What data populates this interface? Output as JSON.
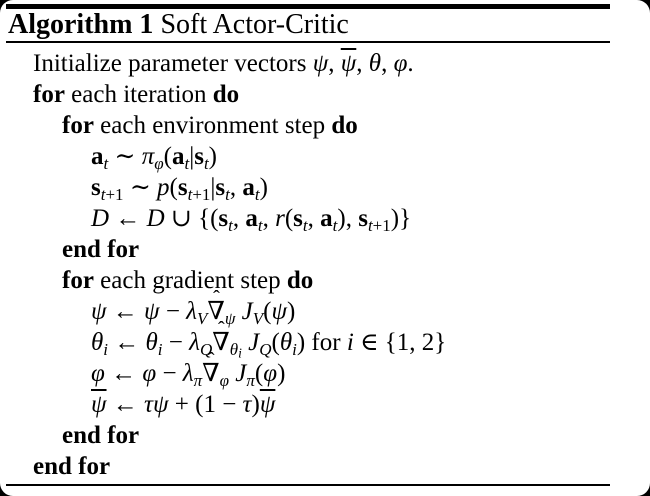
{
  "page": {
    "background": "#ffffff",
    "outer_background": "#000000",
    "text_color": "#000000",
    "rule_color": "#000000"
  },
  "algorithm": {
    "label": "Algorithm 1",
    "title": "Soft Actor-Critic",
    "lines": [
      {
        "indent": 0,
        "text": "Initialize parameter vectors ψ, ψ̄, θ, φ.",
        "html": "Initialize parameter vectors <i>ψ</i>, <i class='bar'>ψ</i>, <i>θ</i>, <i>φ</i>."
      },
      {
        "indent": 0,
        "text": "for each iteration do",
        "html": "<b>for</b> each iteration <b>do</b>"
      },
      {
        "indent": 1,
        "text": "for each environment step do",
        "html": "<b>for</b> each environment step <b>do</b>"
      },
      {
        "indent": 2,
        "text": "a_t ∼ π_φ(a_t|s_t)",
        "html": "<b>a</b><sub><i>t</i></sub> ∼ <i>π</i><sub><i>φ</i></sub>(<b>a</b><sub><i>t</i></sub>|<b>s</b><sub><i>t</i></sub>)"
      },
      {
        "indent": 2,
        "text": "s_{t+1} ∼ p(s_{t+1}|s_t, a_t)",
        "html": "<b>s</b><sub><i>t</i>+1</sub> ∼ <i>p</i>(<b>s</b><sub><i>t</i>+1</sub>|<b>s</b><sub><i>t</i></sub>, <b>a</b><sub><i>t</i></sub>)"
      },
      {
        "indent": 2,
        "text": "D ← D ∪ {(s_t, a_t, r(s_t, a_t), s_{t+1})}",
        "html": "<i class='cal'>D</i> ← <i class='cal'>D</i> ∪ {(<b>s</b><sub><i>t</i></sub>, <b>a</b><sub><i>t</i></sub>, <i>r</i>(<b>s</b><sub><i>t</i></sub>, <b>a</b><sub><i>t</i></sub>), <b>s</b><sub><i>t</i>+1</sub>)}"
      },
      {
        "indent": 1,
        "text": "end for",
        "html": "<b>end for</b>"
      },
      {
        "indent": 1,
        "text": "for each gradient step do",
        "html": "<b>for</b> each gradient step <b>do</b>"
      },
      {
        "indent": 2,
        "text": "ψ ← ψ − λ_V ∇̂_ψ J_V(ψ)",
        "html": "<i>ψ</i> ← <i>ψ</i> − <i>λ</i><sub><i>V</i></sub><span class='hat'><span class='hatmark'>ˆ</span>∇</span><sub><i>ψ</i></sub> <i>J</i><sub><i>V</i></sub>(<i>ψ</i>)"
      },
      {
        "indent": 2,
        "text": "θ_i ← θ_i − λ_Q ∇̂_{θ_i} J_Q(θ_i) for i ∈ {1, 2}",
        "html": "<i>θ</i><sub><i>i</i></sub> ← <i>θ</i><sub><i>i</i></sub> − <i>λ</i><sub><i>Q</i></sub><span class='hat'><span class='hatmark'>ˆ</span>∇</span><sub><i>θ</i><sub><i>i</i></sub></sub> <i>J</i><sub><i>Q</i></sub>(<i>θ</i><sub><i>i</i></sub>) for <i>i</i> ∈ {1, 2}"
      },
      {
        "indent": 2,
        "text": "φ ← φ − λ_π ∇̂_φ J_π(φ)",
        "html": "<i>φ</i> ← <i>φ</i> − <i>λ</i><sub><i>π</i></sub><span class='hat'><span class='hatmark'>ˆ</span>∇</span><sub><i>φ</i></sub> <i>J</i><sub><i>π</i></sub>(<i>φ</i>)"
      },
      {
        "indent": 2,
        "text": "ψ̄ ← τψ + (1 − τ)ψ̄",
        "html": "<i class='bar'>ψ</i> ← <i>τψ</i> + (1 − <i>τ</i>)<i class='bar'>ψ</i>"
      },
      {
        "indent": 1,
        "text": "end for",
        "html": "<b>end for</b>"
      },
      {
        "indent": 0,
        "text": "end for",
        "html": "<b>end for</b>"
      }
    ]
  }
}
